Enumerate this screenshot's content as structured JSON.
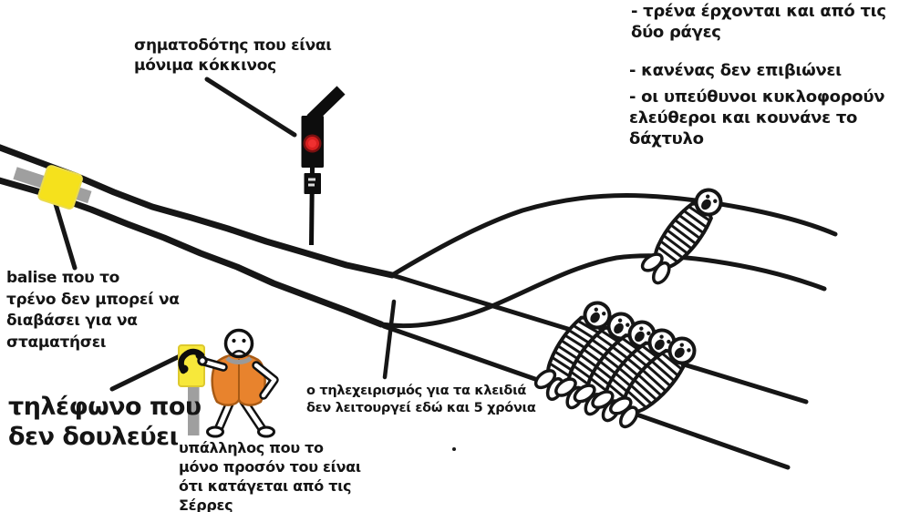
{
  "annotations": {
    "signal_label": "σηματοδότης που είναι\nμόνιμα κόκκινος",
    "balise_label": "balise που το\nτρένο δεν μπορεί να\nδιαβάσει για να\nσταματήσει",
    "phone_label": "τηλέφωνο που\nδεν δουλεύει",
    "employee_label": "υπάλληλος που το\nμόνο προσόν του είναι\nότι κατάγεται από τις\nΣέρρες",
    "remote_label": "ο τηλεχειρισμός για τα κλειδιά\nδεν λειτουργεί εδώ και 5 χρόνια",
    "right_notes": [
      "- τρένα έρχονται και από τις\n δύο ράγες",
      "- κανένας δεν επιβιώνει",
      "- οι υπεύθυνοι κυκλοφορούν\nελεύθεροι και κουνάνε το\nδάχτυλο"
    ]
  },
  "figures": {
    "signal_state": "red",
    "mummies_on_branch_track": 1,
    "mummies_on_straight_track": 5
  },
  "colors": {
    "ink": "#161616",
    "signal_red": "#d81f1f",
    "balise_yellow": "#f5e11c",
    "phone_yellow": "#f7e83a",
    "vest_orange": "#e8832d",
    "metal_gray": "#9f9f9f",
    "text": "#151515"
  }
}
